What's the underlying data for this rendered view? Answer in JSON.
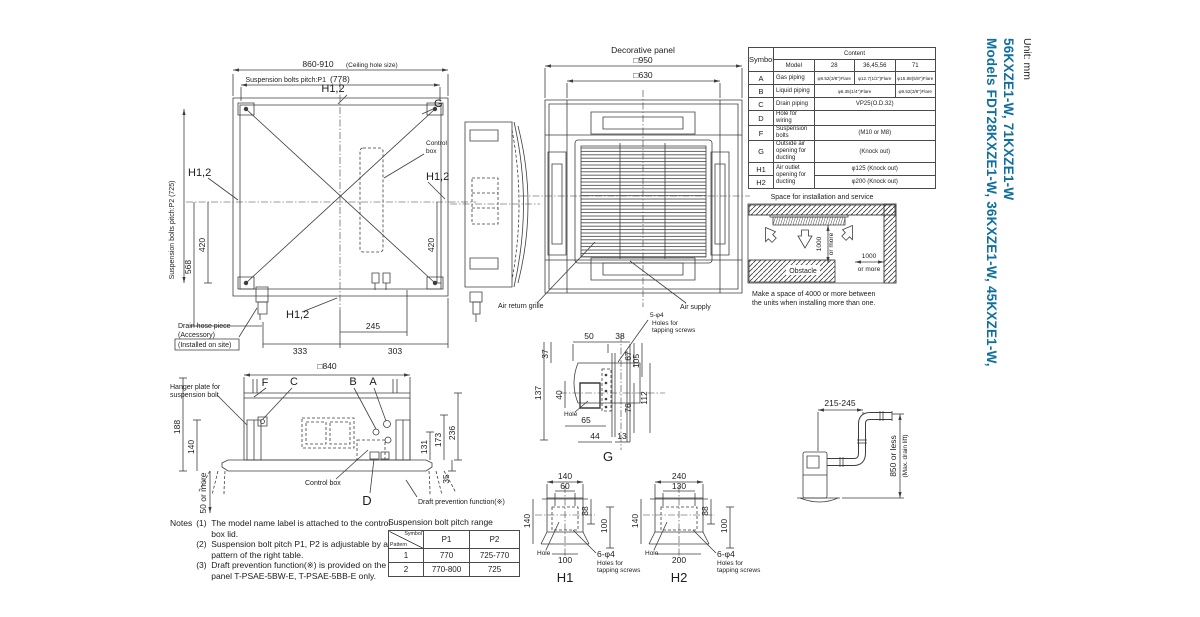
{
  "colors": {
    "accent_blue": "#116f9e",
    "line": "#3d3d3d"
  },
  "meta": {
    "unit_label": "Unit: mm",
    "models_line1": "Models FDT28KXZE1-W, 36KXZE1-W, 45KXZE1-W,",
    "models_line2": "56KXZE1-W, 71KXZE1-W"
  },
  "plan_view": {
    "dim_ceiling": "860-910",
    "dim_ceiling_note": "(Ceiling hole size)",
    "dim_p1_label": "Suspension bolts pitch:P1",
    "dim_p1_value": "(778)",
    "dim_p2_label": "Suspension bolts pitch:P2 (725)",
    "label_h12": "H1,2",
    "label_g": "G",
    "control_box_line1": "Control",
    "control_box_line2": "box",
    "dim_568": "568",
    "dim_420": "420",
    "drain_hose_line1": "Drain hose piece",
    "drain_hose_line2": "(Accessory)",
    "drain_hose_line3": "(Installed on site)",
    "dim_333": "333",
    "dim_245": "245",
    "dim_303": "303"
  },
  "panel_view": {
    "title": "Decorative panel",
    "dim_950": "□950",
    "dim_630": "□630",
    "air_return_label": "Air return grille",
    "air_supply_label": "Air supply"
  },
  "spec_table": {
    "symbol_header": "Symbol",
    "content_header": "Content",
    "model_header": "Model",
    "model_cols": [
      "28",
      "36,45,56",
      "71"
    ],
    "rows": {
      "a": {
        "symbol": "A",
        "desc": "Gas piping",
        "v1": "φ9.52(3/8\")Flare",
        "v2": "φ12.7(1/2\")Flare",
        "v3": "φ15.88(5/8\")Flare"
      },
      "b": {
        "symbol": "B",
        "desc": "Liquid piping",
        "v12": "φ6.35(1/4\")Flare",
        "v3": "φ9.52(3/8\")Flare"
      },
      "c": {
        "symbol": "C",
        "desc": "Drain piping",
        "value": "VP25(O.D.32)"
      },
      "d": {
        "symbol": "D",
        "desc": "Hole for wiring",
        "value": ""
      },
      "f": {
        "symbol": "F",
        "desc": "Suspension bolts",
        "value": "(M10 or M8)"
      },
      "g": {
        "symbol": "G",
        "desc": "Outside air opening for ducting",
        "value": "(Knock out)"
      },
      "h1": {
        "symbol": "H1",
        "desc": "Air outlet opening for ducting",
        "value": "φ125 (Knock out)"
      },
      "h2": {
        "symbol": "H2",
        "value": "φ200 (Knock out)"
      }
    }
  },
  "space_diagram": {
    "title": "Space for installation and service",
    "dim_vert_1000": "1000",
    "dim_vert_more": "or more",
    "dim_right_1000": "1000",
    "dim_right_more": "or more",
    "obstacle_label": "Obstacle",
    "note_line1": "Make a space of 4000 or more between",
    "note_line2": "the units when installing more than one."
  },
  "bottom_view": {
    "dim_840": "□840",
    "hanger_label_line1": "Hanger plate for",
    "hanger_label_line2": "suspension bolt",
    "label_f": "F",
    "label_c": "C",
    "label_b": "B",
    "label_a": "A",
    "label_d": "D",
    "dim_188": "188",
    "dim_140": "140",
    "dim_50_or_more": "50 or more",
    "dim_131": "131",
    "dim_173": "173",
    "dim_236": "236",
    "dim_35": "35",
    "control_box_label": "Control box",
    "draft_label": "Draft prevention function(※)"
  },
  "notes": {
    "heading": "Notes",
    "items": [
      {
        "num": "(1)",
        "text": "The model name label is attached to the control box lid."
      },
      {
        "num": "(2)",
        "text": "Suspension bolt pitch P1, P2 is adjustable by a pattern of the right table."
      },
      {
        "num": "(3)",
        "text": "Draft prevention function(※) is provided on the panel T-PSAE-5BW-E, T-PSAE-5BB-E only."
      }
    ]
  },
  "pitch_table": {
    "title": "Suspension bolt pitch range",
    "corner_top": "Symbol",
    "corner_bottom": "Pattern",
    "col_p1": "P1",
    "col_p2": "P2",
    "rows": [
      {
        "pattern": "1",
        "p1": "770",
        "p2": "725-770"
      },
      {
        "pattern": "2",
        "p1": "770-800",
        "p2": "725"
      }
    ]
  },
  "g_detail": {
    "title": "G",
    "dims": {
      "d50": "50",
      "d38": "38",
      "d37": "37",
      "d137": "137",
      "d40": "40",
      "d67": "67",
      "d105": "105",
      "d112": "112",
      "d76": "76",
      "d65": "65",
      "d44": "44",
      "d13": "13"
    },
    "hole_label": "Hole",
    "screws_1": "5-φ4",
    "screws_2": "Holes for",
    "screws_3": "tapping screws"
  },
  "h1_detail": {
    "title": "H1",
    "dim_top": "140",
    "dim_top_inner": "60",
    "dim_88": "88",
    "dim_left": "140",
    "dim_right": "100",
    "dim_bottom": "100",
    "hole_label": "Hole",
    "screws_1": "6-φ4",
    "screws_2": "Holes for",
    "screws_3": "tapping screws"
  },
  "h2_detail": {
    "title": "H2",
    "dim_top": "240",
    "dim_top_inner": "130",
    "dim_88": "88",
    "dim_left": "140",
    "dim_right": "100",
    "dim_bottom": "200",
    "hole_label": "Hole",
    "screws_1": "6-φ4",
    "screws_2": "Holes for",
    "screws_3": "tapping screws"
  },
  "drain_detail": {
    "dim_215_245": "215-245",
    "dim_850": "850 or less",
    "dim_850_note": "(Max. drain lift)"
  }
}
